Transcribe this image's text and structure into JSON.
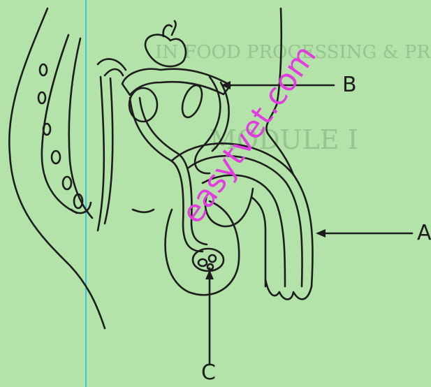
{
  "colors": {
    "background": "#b3e3a9",
    "ink": "#1d1d1d",
    "watermark": "#e23be0",
    "cyan_line": "#39c8d6"
  },
  "ghost_text": {
    "line1": "IN FOOD PROCESSING & PRESERVATION",
    "line2": "MODULE I"
  },
  "labels": {
    "a": "A",
    "b": "B",
    "c": "C"
  },
  "watermark": {
    "text": "easytvet.com"
  }
}
